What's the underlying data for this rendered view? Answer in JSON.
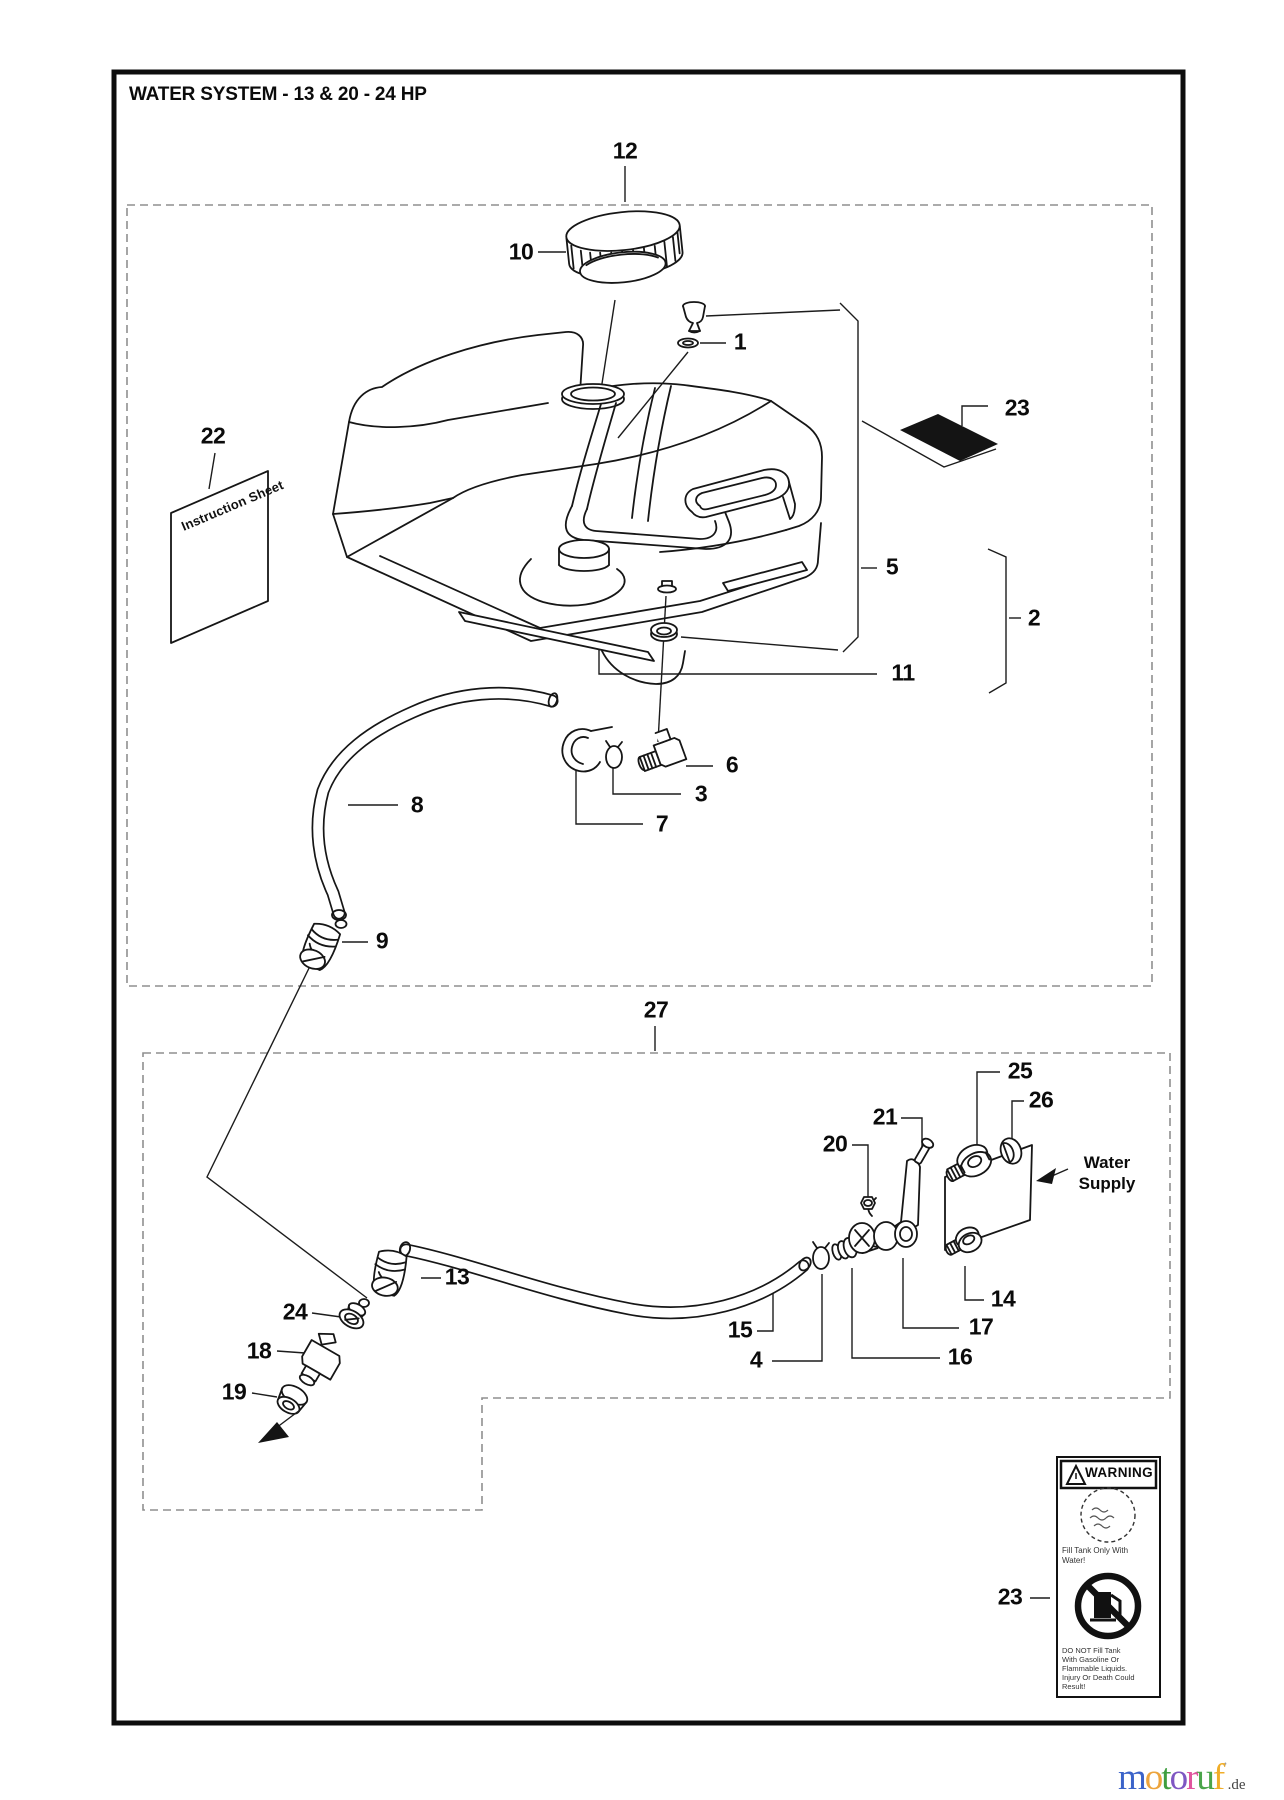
{
  "header": {
    "title": "WATER SYSTEM - 13 & 20 - 24 HP"
  },
  "callouts": [
    {
      "id": "c12",
      "label": "12"
    },
    {
      "id": "c10",
      "label": "10"
    },
    {
      "id": "c1",
      "label": "1"
    },
    {
      "id": "c22",
      "label": "22"
    },
    {
      "id": "c23-decal",
      "label": "23"
    },
    {
      "id": "c5",
      "label": "5"
    },
    {
      "id": "c2",
      "label": "2"
    },
    {
      "id": "c11",
      "label": "11"
    },
    {
      "id": "c8",
      "label": "8"
    },
    {
      "id": "c7",
      "label": "7"
    },
    {
      "id": "c3",
      "label": "3"
    },
    {
      "id": "c6",
      "label": "6"
    },
    {
      "id": "c9",
      "label": "9"
    },
    {
      "id": "c27",
      "label": "27"
    },
    {
      "id": "c13",
      "label": "13"
    },
    {
      "id": "c24",
      "label": "24"
    },
    {
      "id": "c18",
      "label": "18"
    },
    {
      "id": "c19",
      "label": "19"
    },
    {
      "id": "c15",
      "label": "15"
    },
    {
      "id": "c4",
      "label": "4"
    },
    {
      "id": "c16",
      "label": "16"
    },
    {
      "id": "c17",
      "label": "17"
    },
    {
      "id": "c14",
      "label": "14"
    },
    {
      "id": "c20",
      "label": "20"
    },
    {
      "id": "c21",
      "label": "21"
    },
    {
      "id": "c25",
      "label": "25"
    },
    {
      "id": "c26",
      "label": "26"
    },
    {
      "id": "c23-label",
      "label": "23"
    }
  ],
  "annotations": {
    "instruction_sheet": "Instruction Sheet",
    "water_supply": "Water\nSupply"
  },
  "warning_label": {
    "header": "WARNING",
    "fill_caption": "Fill Tank Only With\nWater!",
    "danger_caption": "DO NOT Fill Tank\nWith Gasoline Or\nFlammable Liquids.\nInjury Or Death Could\nResult!"
  },
  "footer": {
    "logo_letters": [
      {
        "ch": "m",
        "color": "#3b63c9"
      },
      {
        "ch": "o",
        "color": "#eda43c"
      },
      {
        "ch": "t",
        "color": "#3f9e3f"
      },
      {
        "ch": "o",
        "color": "#7e57c2"
      },
      {
        "ch": "r",
        "color": "#e0559e"
      },
      {
        "ch": "u",
        "color": "#4aa54a"
      },
      {
        "ch": "f",
        "color": "#f0ad28"
      }
    ],
    "logo_mark": "’",
    "logo_suffix": ".de"
  }
}
